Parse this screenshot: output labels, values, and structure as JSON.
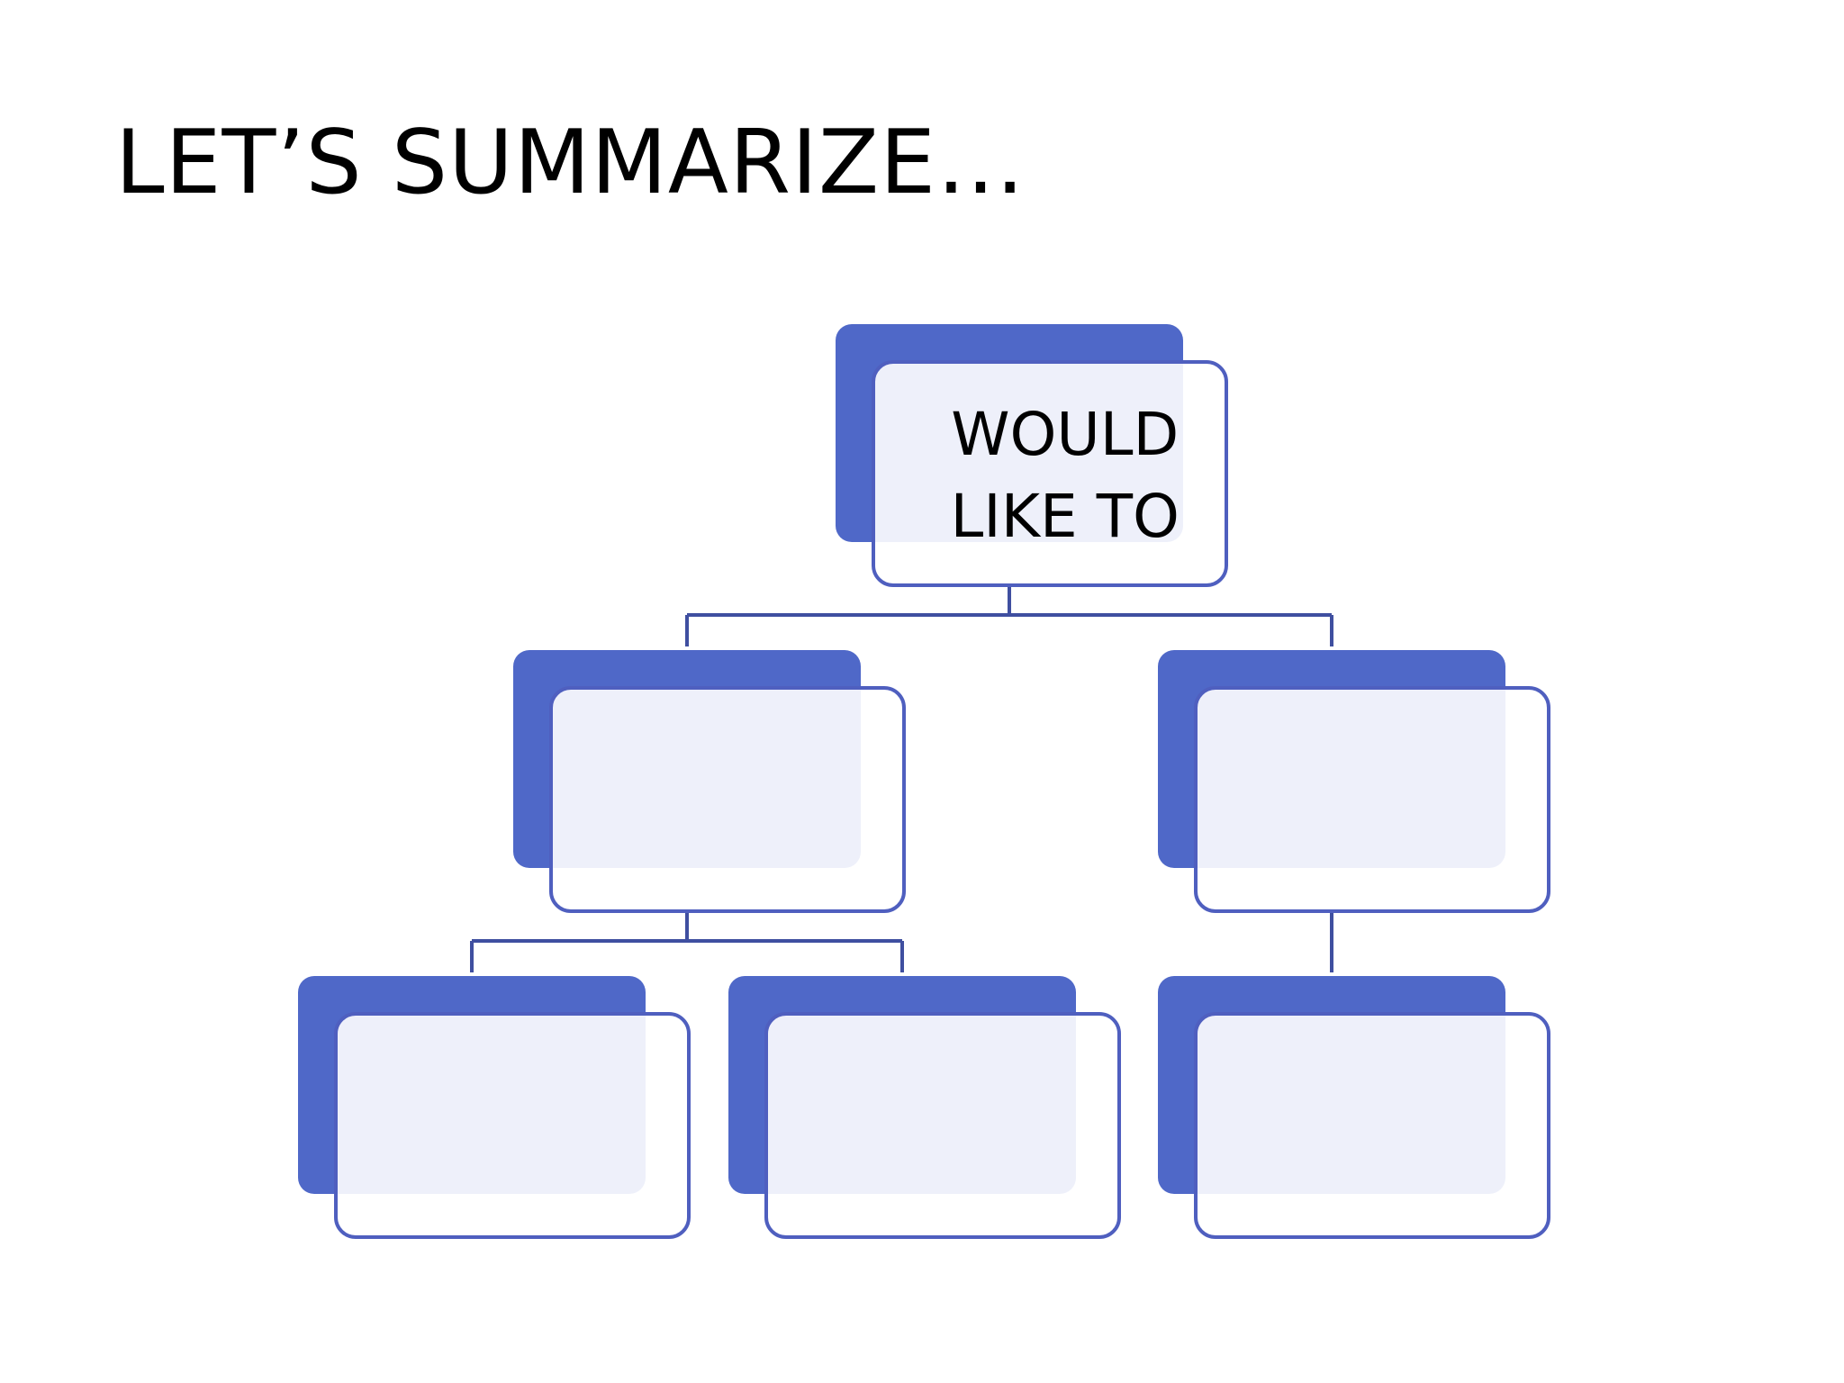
{
  "slide": {
    "title": "LET’S SUMMARIZE…"
  },
  "diagram": {
    "root": {
      "label_lines": [
        "WOULD",
        "LIKE TO"
      ]
    },
    "children": [
      {
        "label": ""
      },
      {
        "label": ""
      },
      {
        "label": ""
      },
      {
        "label": ""
      },
      {
        "label": ""
      }
    ],
    "colors": {
      "back_fill": "#4f68c8",
      "front_stroke": "#4f5fbf",
      "connector": "#3f4fa0"
    }
  }
}
